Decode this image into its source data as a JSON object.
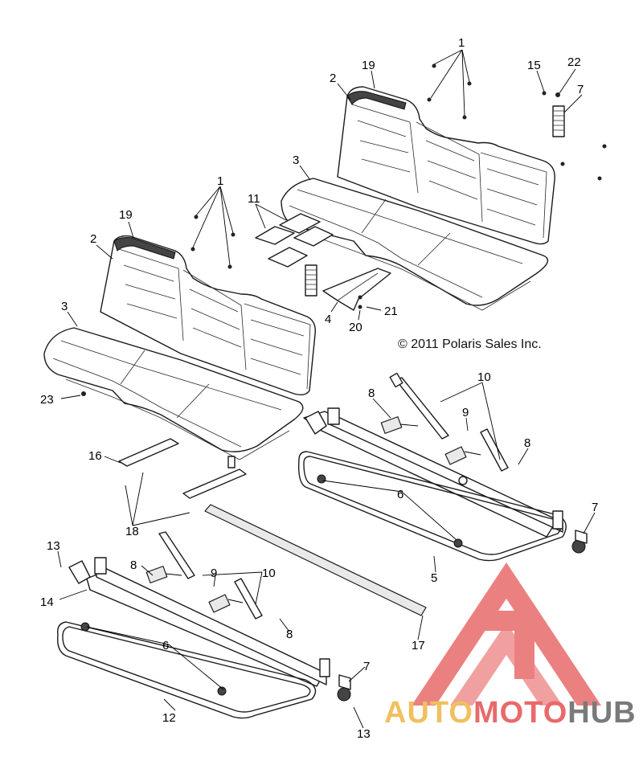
{
  "copyright": "© 2011 Polaris Sales Inc.",
  "watermark": {
    "segments": [
      "AUTO",
      "MOTO",
      "HUB"
    ],
    "colors": [
      "#f0c060",
      "#e86a6a",
      "#7a7a7a"
    ],
    "logo_color": "#e86a6a"
  },
  "callouts": {
    "c1_top": "1",
    "c19_top": "19",
    "c2_top": "2",
    "c15": "15",
    "c22": "22",
    "c7_top": "7",
    "c3_top": "3",
    "c1_mid": "1",
    "c11": "11",
    "c19_left": "19",
    "c2_left": "2",
    "c3_left": "3",
    "c4": "4",
    "c21": "21",
    "c20": "20",
    "c23": "23",
    "c10_top": "10",
    "c8_top_a": "8",
    "c9_top": "9",
    "c8_top_b": "8",
    "c16": "16",
    "c6_top": "6",
    "c7_right": "7",
    "c18": "18",
    "c5": "5",
    "c13_left": "13",
    "c8_bot": "8",
    "c9_bot": "9",
    "c10_bot": "10",
    "c14": "14",
    "c8_bot_b": "8",
    "c6_bot": "6",
    "c17": "17",
    "c7_bot": "7",
    "c12": "12",
    "c13_bot": "13"
  }
}
